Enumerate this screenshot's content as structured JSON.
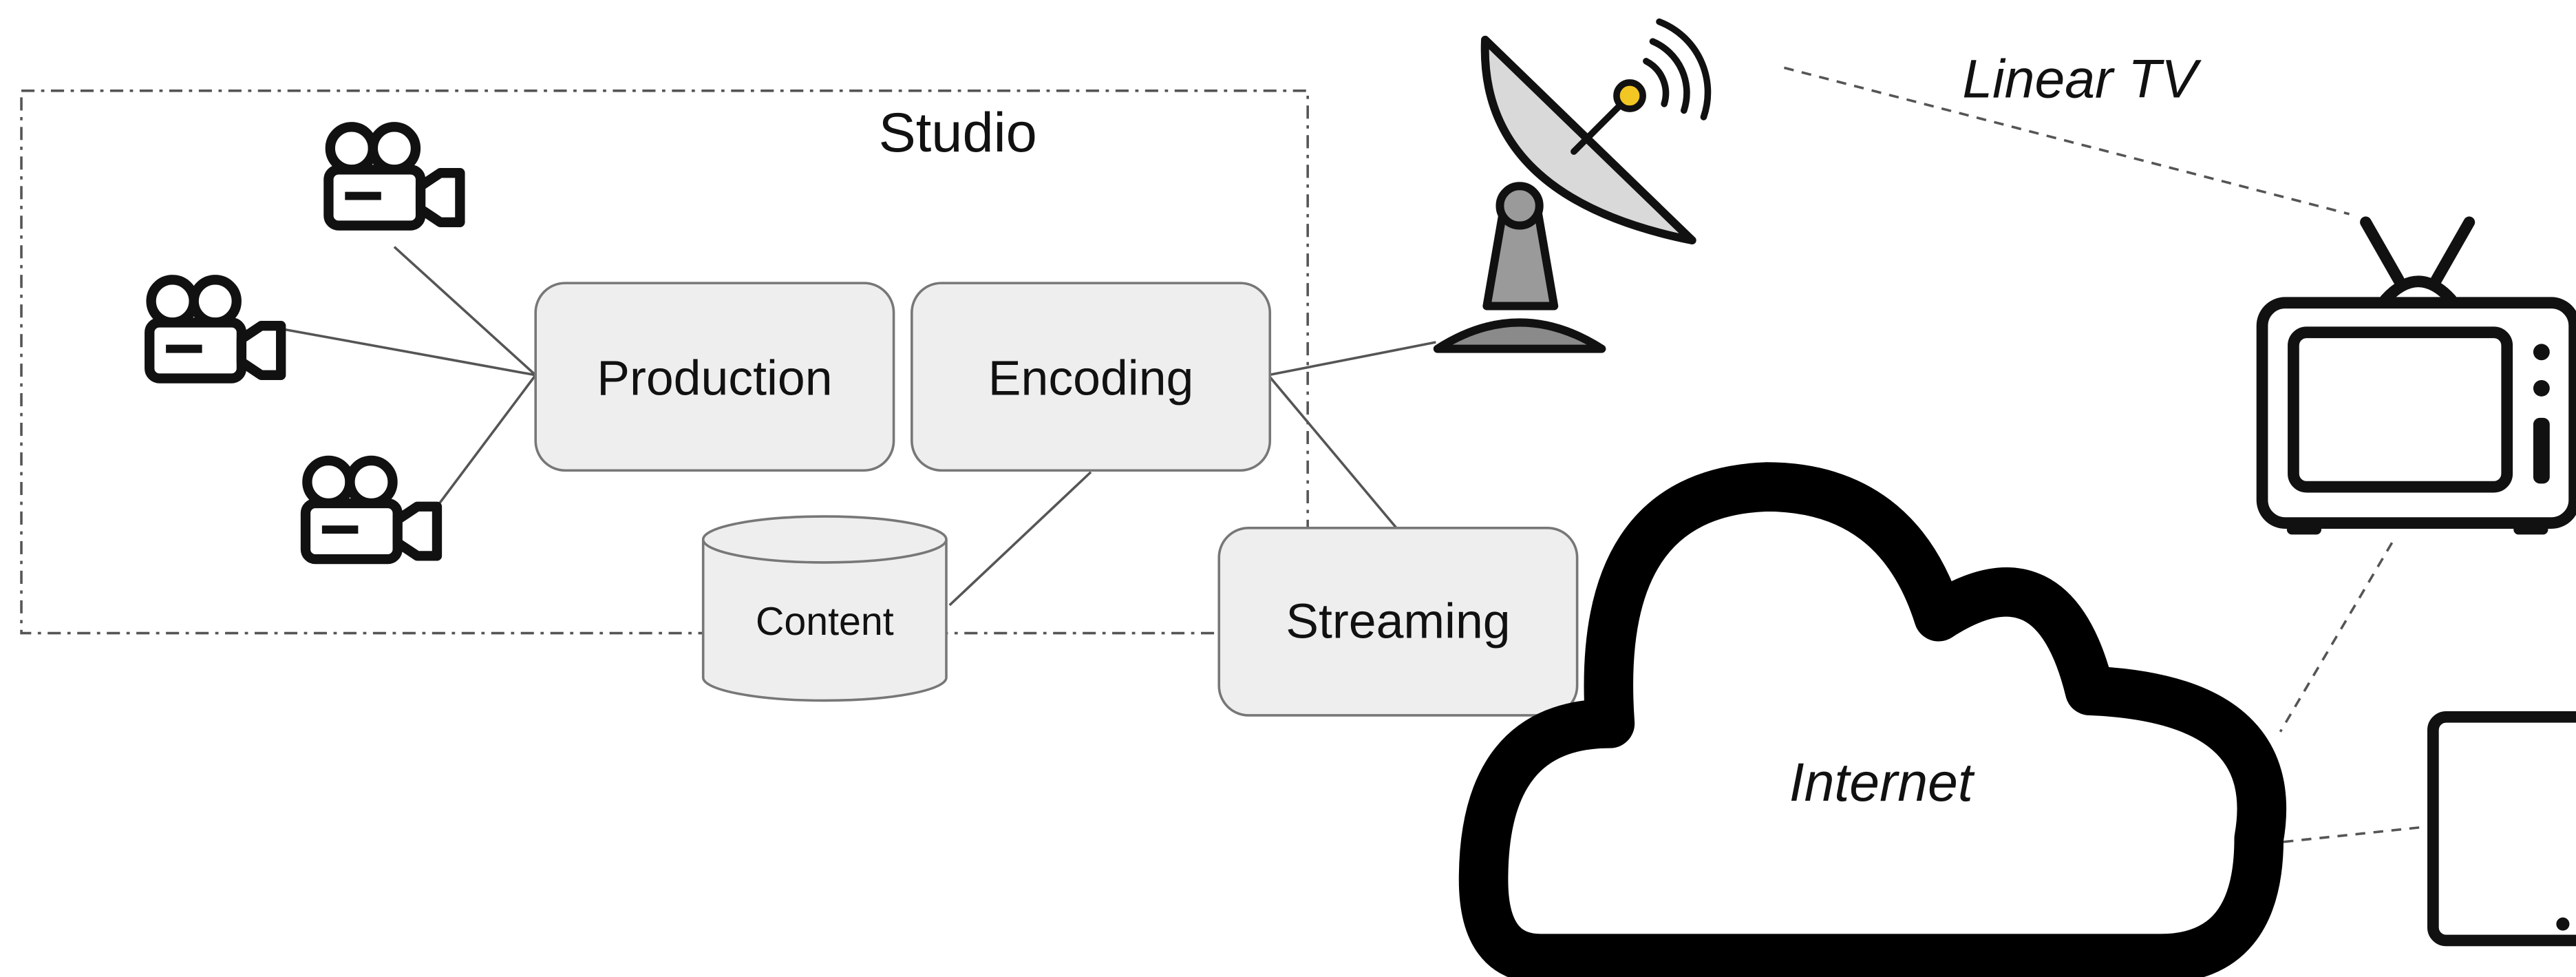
{
  "labels": {
    "studio": "Studio",
    "production": "Production",
    "encoding": "Encoding",
    "content": "Content",
    "streaming": "Streaming",
    "linear_tv": "Linear TV",
    "internet": "Internet"
  },
  "icons": {
    "camera": "video-camera-icon",
    "satellite": "satellite-dish-icon",
    "tv": "television-icon",
    "tablet": "tablet-icon",
    "cloud": "cloud-icon"
  },
  "colors": {
    "box_fill": "#eeeeee",
    "box_stroke": "#777777",
    "icon_stroke": "#111111",
    "dish_fill": "#d9d9d9",
    "stand_fill": "#8a8a8a",
    "signal_dot": "#f2c623"
  }
}
